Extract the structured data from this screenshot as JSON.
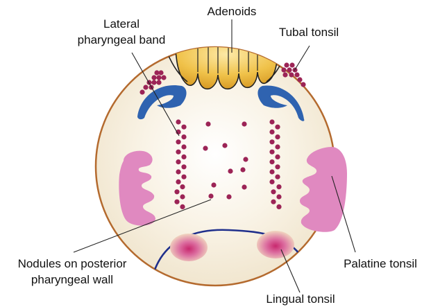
{
  "labels": {
    "adenoids": "Adenoids",
    "lateral_band_line1": "Lateral",
    "lateral_band_line2": "pharyngeal band",
    "tubal_tonsil": "Tubal tonsil",
    "nodules_line1": "Nodules on posterior",
    "nodules_line2": "pharyngeal wall",
    "palatine_tonsil": "Palatine tonsil",
    "lingual_tonsil": "Lingual tonsil"
  },
  "colors": {
    "background_fill": "#f6efdc",
    "circle_outline": "#b46a2e",
    "adenoid_fill": "#f0c24a",
    "torus_blue": "#2f63b0",
    "lymph_nodule": "#9c2456",
    "palatine_pink": "#e089c0",
    "lingual_red": "#c8286e",
    "tongue_line": "#1f2f8c"
  }
}
